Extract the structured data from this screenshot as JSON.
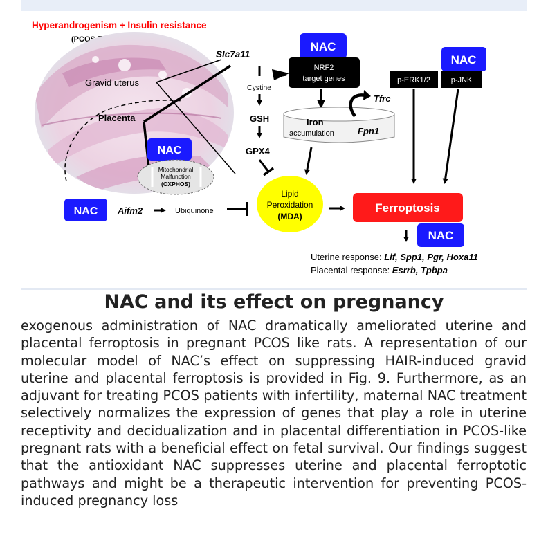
{
  "figure": {
    "header_red": "Hyperandrogenism + Insulin resistance",
    "header_sub": "(PCOS-like pregnant rats)",
    "label_gravid_uterus": "Gravid uterus",
    "label_placenta": "Placenta",
    "nac": "NAC",
    "mito": [
      "Mitochondrial",
      "Malfunction",
      "(OXPHOS)"
    ],
    "aifm2": "Aifm2",
    "ubiquinone": "Ubiquinone",
    "slc7a11": "Slc7a11",
    "cystine": "Cystine",
    "gsh": "GSH",
    "gpx4": "GPX4",
    "nrf2": [
      "NRF2",
      "target genes"
    ],
    "tfrc": "Tfrc",
    "iron": [
      "Iron",
      "accumulation"
    ],
    "fpn1": "Fpn1",
    "lipid": [
      "Lipid",
      "Peroxidation",
      "(MDA)"
    ],
    "perk": "p-ERK1/2",
    "pjnk": "p-JNK",
    "ferroptosis": "Ferroptosis",
    "uterine_prefix": "Uterine response: ",
    "uterine_genes": "Lif, Spp1, Pgr, Hoxa11",
    "placental_prefix": "Placental response: ",
    "placental_genes": "Esrrb, Tpbpa",
    "colors": {
      "nac_blue": "#1a1aff",
      "ferroptosis_red": "#ff1a1a",
      "lipid_yellow": "#ffff00",
      "header_red": "#ff0000"
    }
  },
  "article": {
    "title": "NAC and its effect on pregnancy",
    "paragraph": "exogenous administration of NAC dramatically ameliorated uterine and placental ferroptosis in pregnant PCOS like rats. A representation of our molecular model of NAC’s effect on suppressing HAIR-induced gravid uterine and placental ferroptosis is provided in Fig. 9. Furthermore, as an adjuvant for treating PCOS patients with infertility, maternal NAC treatment selectively normalizes the expression of genes that play a role in uterine receptivity and decidualization and in placental differentiation in PCOS-like pregnant rats with a beneficial effect on fetal survival. Our findings suggest that the antioxidant NAC suppresses uterine and placental ferroptotic pathways and might be a therapeutic intervention for preventing PCOS-induced pregnancy loss"
  }
}
